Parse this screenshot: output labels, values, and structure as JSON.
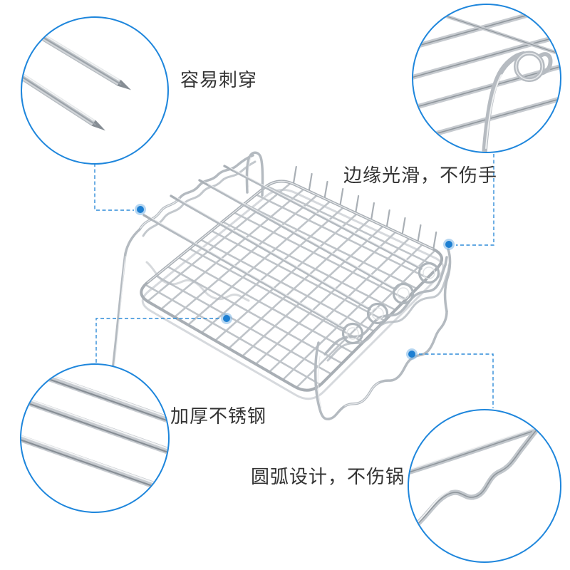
{
  "background": "#ffffff",
  "colors": {
    "accent_blue": "#1e86dc",
    "connector_blue": "#2f8cd8",
    "dot_core_blue": "#1d7fd2",
    "dot_halo_blue": "#7ab5e6",
    "steel_mid": "#b4bac0",
    "steel_light": "#e9ebed",
    "steel_dark": "#868d94",
    "label_text": "#333333"
  },
  "callouts": [
    {
      "position": "top-left",
      "label": "容易刺穿",
      "detail_icon": "needle-tips"
    },
    {
      "position": "top-right",
      "label": "边缘光滑，不伤手",
      "detail_icon": "smooth-edge-hook"
    },
    {
      "position": "bottom-left",
      "label": "加厚不锈钢",
      "detail_icon": "thick-steel-wires"
    },
    {
      "position": "bottom-right",
      "label": "圆弧设计，不伤锅",
      "detail_icon": "rounded-wavy-wire"
    }
  ]
}
